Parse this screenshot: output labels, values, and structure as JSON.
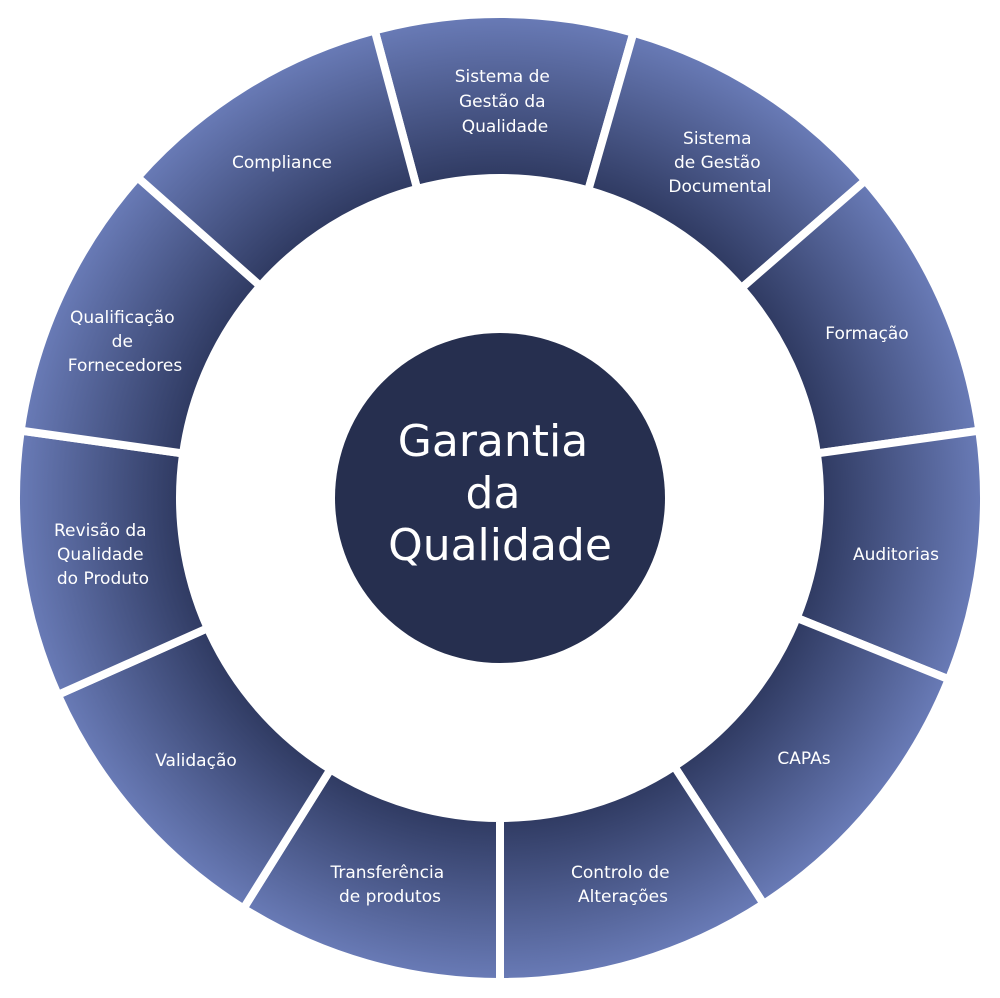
{
  "center": {
    "lines": [
      "Garantia",
      "da",
      "Qualidade"
    ]
  },
  "segments": [
    {
      "lines": [
        "Sistema de",
        "Gestão da",
        "Qualidade"
      ]
    },
    {
      "lines": [
        "Sistema",
        "de Gestão",
        "Documental"
      ]
    },
    {
      "lines": [
        "Formação"
      ]
    },
    {
      "lines": [
        "Auditorias"
      ]
    },
    {
      "lines": [
        "CAPAs"
      ]
    },
    {
      "lines": [
        "Controlo de",
        "Alterações"
      ]
    },
    {
      "lines": [
        "Transferência",
        "de produtos"
      ]
    },
    {
      "lines": [
        "Validação"
      ]
    },
    {
      "lines": [
        "Revisão da",
        "Qualidade",
        "do Produto"
      ]
    },
    {
      "lines": [
        "Qualificação",
        "de",
        "Fornecedores"
      ]
    },
    {
      "lines": [
        "Compliance"
      ]
    }
  ],
  "colors": {
    "inner": "#283257",
    "outer": "#6a7cb8",
    "center": "#262f4f"
  }
}
